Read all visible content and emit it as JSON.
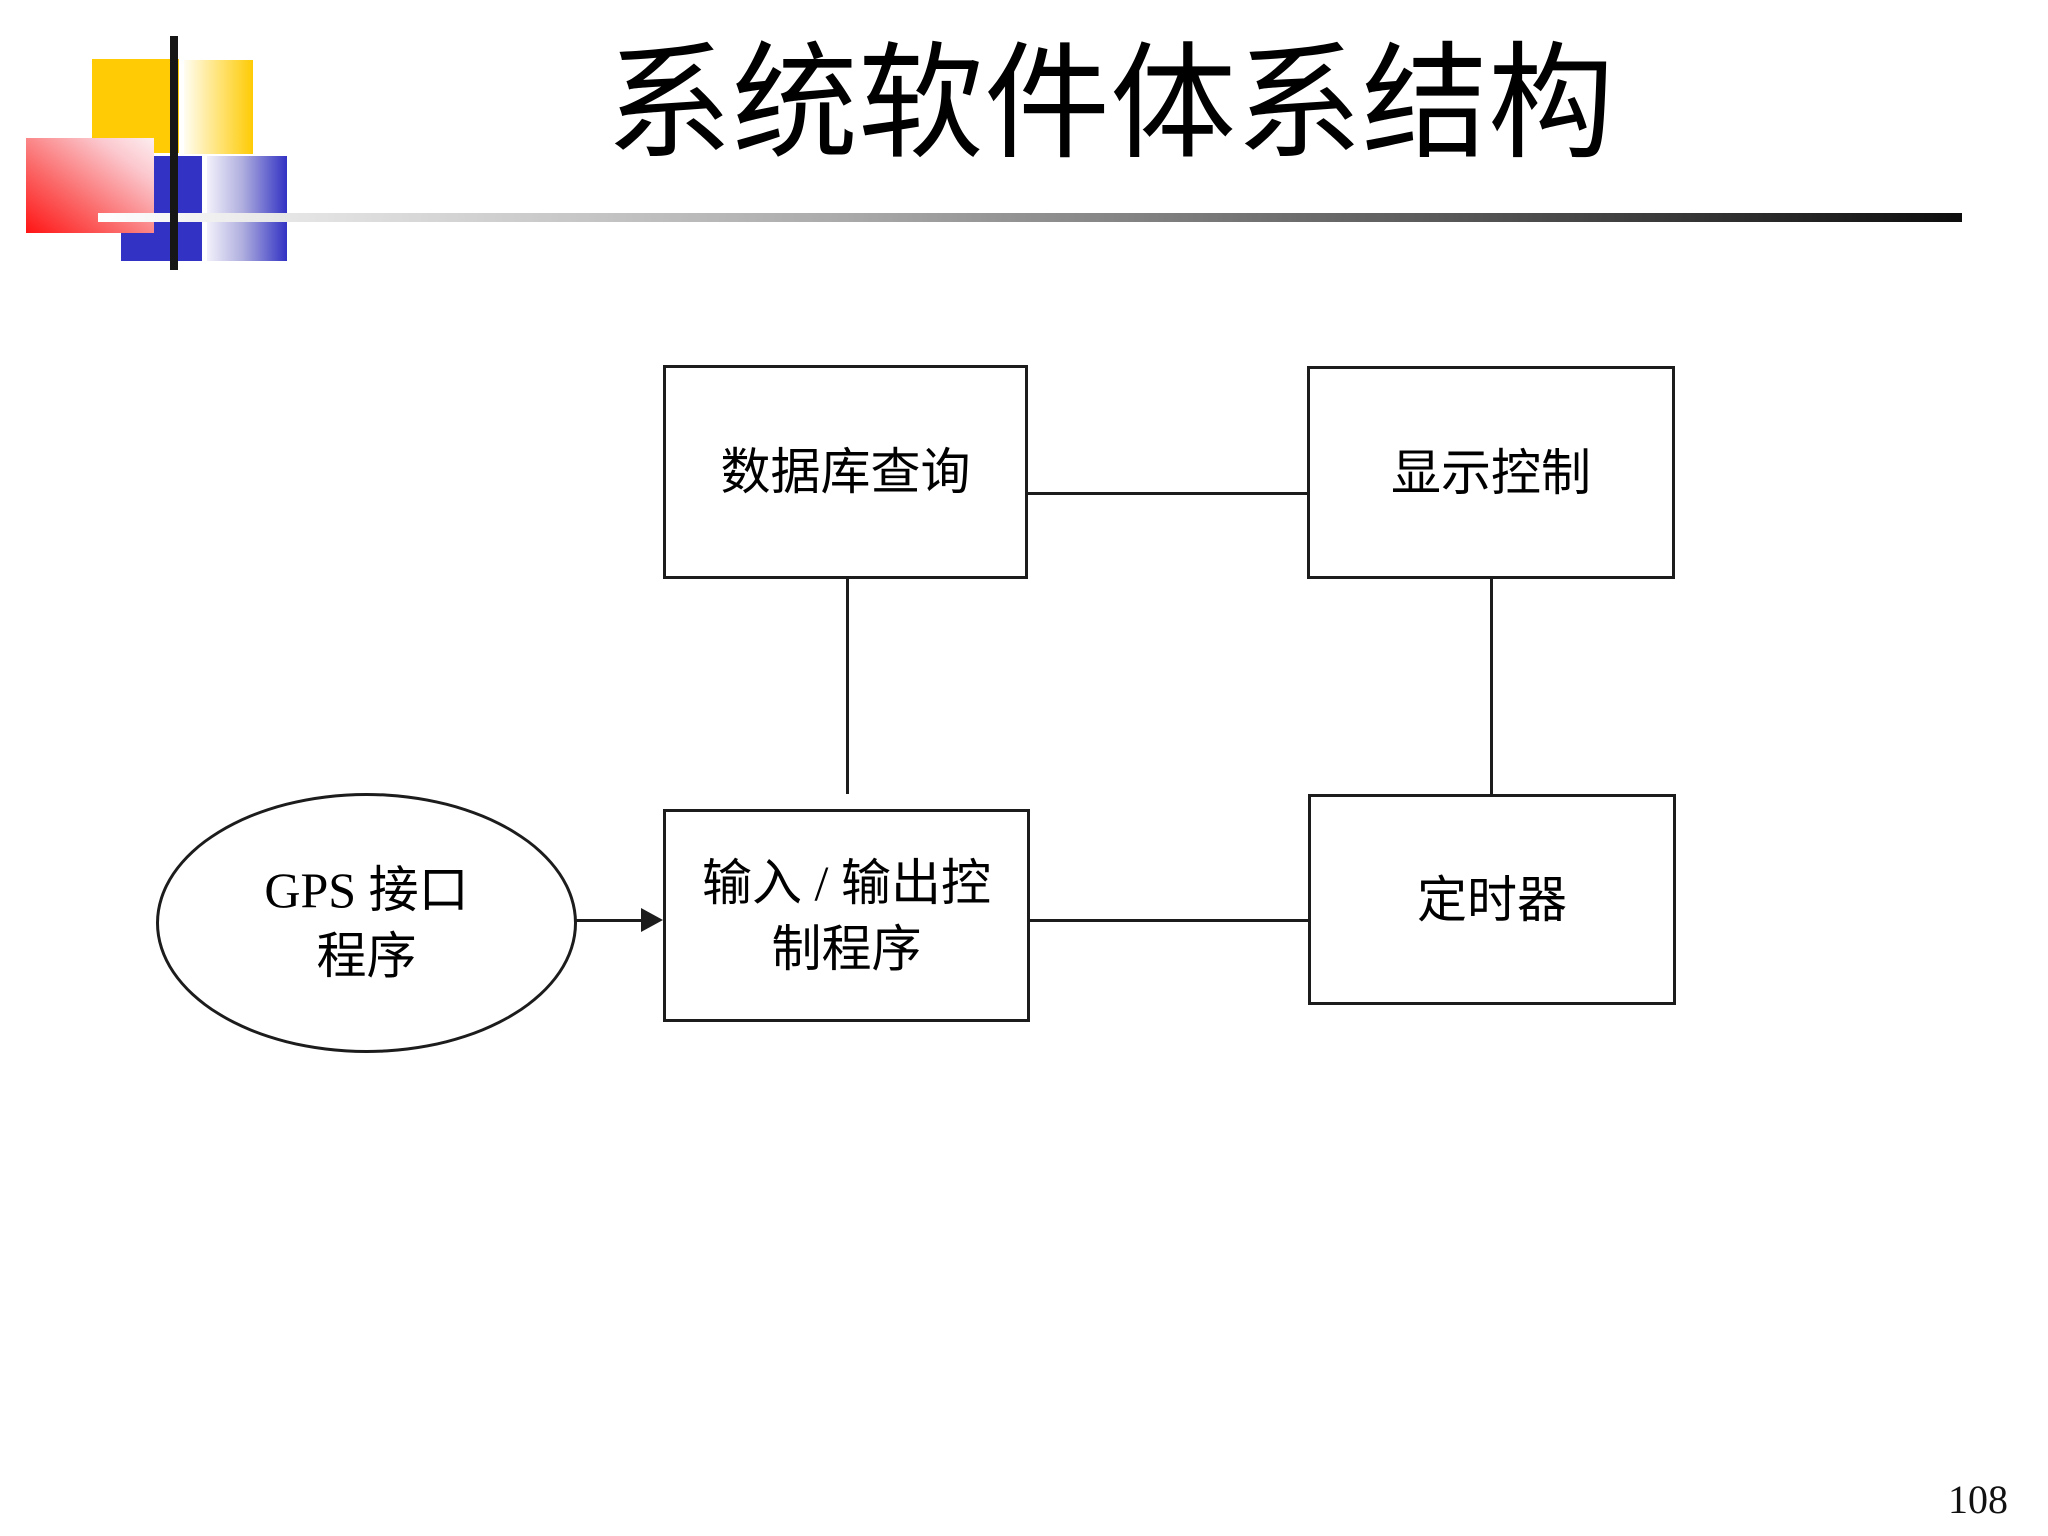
{
  "slide": {
    "title": "系统软件体系结构",
    "page_number": "108"
  },
  "diagram": {
    "gps_node": {
      "line1": "GPS 接口",
      "line2": "程序"
    },
    "db_node": {
      "label": "数据库查询"
    },
    "display_node": {
      "label": "显示控制"
    },
    "io_node": {
      "line1": "输入 / 输出控",
      "line2": "制程序"
    },
    "timer_node": {
      "label": "定时器"
    }
  },
  "colors": {
    "logo_yellow": "#fecb05",
    "logo_blue": "#3232c4",
    "logo_red": "#ff1414",
    "line_black": "#1c1c1c",
    "rule_gradient_start": "#ffffff",
    "rule_gradient_end": "#0d0d0d"
  }
}
